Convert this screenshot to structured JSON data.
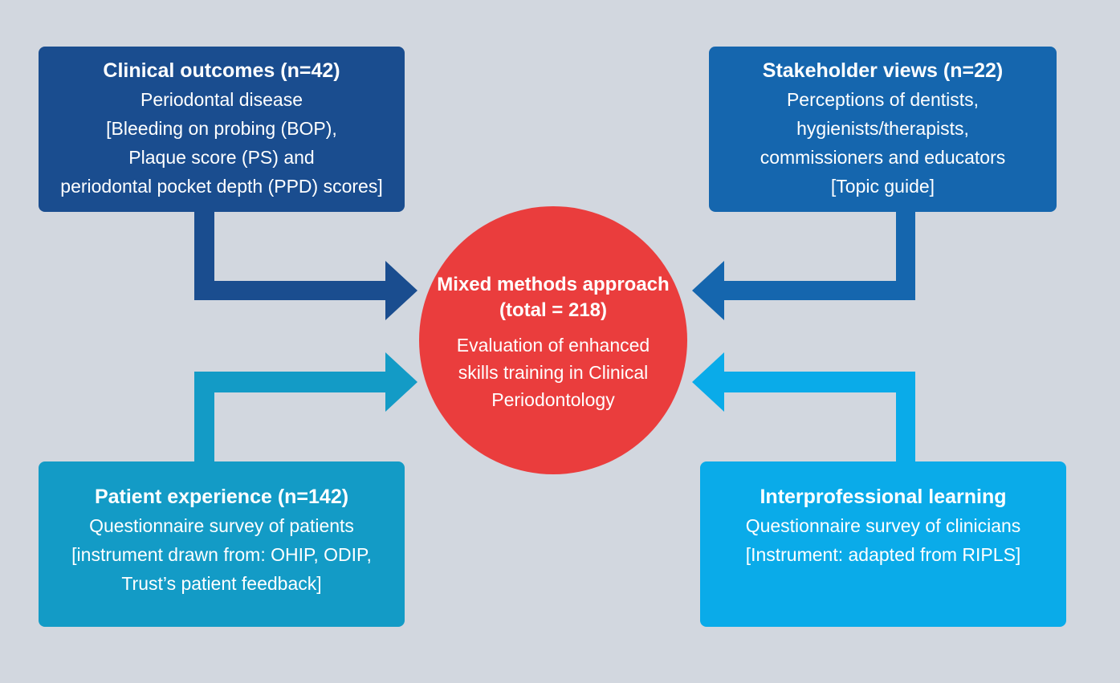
{
  "colors": {
    "background": "#d2d7df",
    "clinical": "#1a4d8f",
    "stakeholder": "#1566ae",
    "patient": "#139bc6",
    "interprofessional": "#0aabe9",
    "center": "#ea3d3d"
  },
  "center": {
    "title_lines": [
      "Mixed methods approach",
      "(total = 218)"
    ],
    "body_lines": [
      "Evaluation of enhanced",
      "skills training in Clinical",
      "Periodontology"
    ]
  },
  "boxes": {
    "clinical": {
      "title": "Clinical outcomes (n=42)",
      "lines": [
        "Periodontal disease",
        "[Bleeding on probing (BOP),",
        "Plaque score (PS) and",
        "periodontal pocket depth (PPD) scores]"
      ]
    },
    "stakeholder": {
      "title": "Stakeholder views (n=22)",
      "lines": [
        "Perceptions of dentists,",
        "hygienists/therapists,",
        "commissioners and educators",
        "[Topic guide]"
      ]
    },
    "patient": {
      "title": "Patient experience (n=142)",
      "lines": [
        "Questionnaire survey of patients",
        "[instrument drawn from: OHIP, ODIP,",
        "Trust’s patient feedback]"
      ]
    },
    "interprofessional": {
      "title": "Interprofessional learning",
      "lines": [
        "Questionnaire survey of clinicians",
        "[Instrument: adapted from RIPLS]"
      ]
    }
  }
}
